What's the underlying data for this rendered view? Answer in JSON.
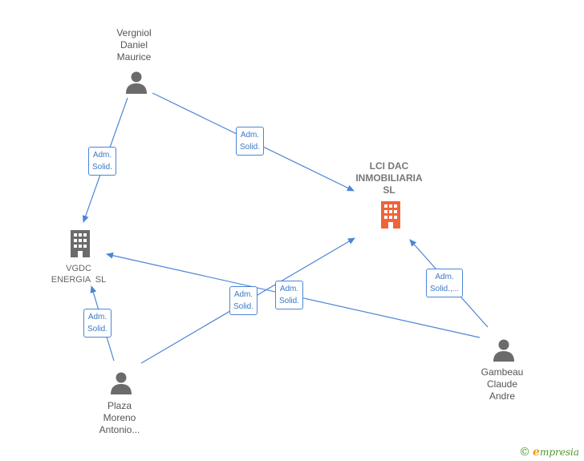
{
  "nodes": {
    "vergniol": {
      "label_lines": [
        "Vergniol",
        "Daniel",
        "Maurice"
      ],
      "icon": "person-icon"
    },
    "lci": {
      "label_lines": [
        "LCI DAC",
        "INMOBILIARIA",
        "SL"
      ],
      "icon": "building-icon",
      "color": "#f0643a"
    },
    "vgdc": {
      "label_lines": [
        "VGDC",
        "ENERGIA  SL"
      ],
      "icon": "building-icon",
      "color": "#6b6b6b"
    },
    "plaza": {
      "label_lines": [
        "Plaza",
        "Moreno",
        "Antonio..."
      ],
      "icon": "person-icon"
    },
    "gambeau": {
      "label_lines": [
        "Gambeau",
        "Claude",
        "Andre"
      ],
      "icon": "person-icon"
    }
  },
  "edges": [
    {
      "from": "vergniol",
      "to": "vgdc",
      "label_lines": [
        "Adm.",
        "Solid."
      ]
    },
    {
      "from": "vergniol",
      "to": "lci",
      "label_lines": [
        "Adm.",
        "Solid."
      ]
    },
    {
      "from": "plaza",
      "to": "vgdc",
      "label_lines": [
        "Adm.",
        "Solid."
      ]
    },
    {
      "from": "plaza",
      "to": "lci",
      "label_lines": [
        "Adm.",
        "Solid."
      ]
    },
    {
      "from": "gambeau",
      "to": "vgdc",
      "label_lines": [
        "Adm.",
        "Solid."
      ]
    },
    {
      "from": "gambeau",
      "to": "lci",
      "label_lines": [
        "Adm.",
        "Solid.,..."
      ]
    }
  ],
  "colors": {
    "edge": "#4a86d6",
    "person": "#6b6b6b",
    "company_main": "#f0643a",
    "company": "#6b6b6b"
  },
  "brand": {
    "copyright": "©",
    "initial": "e",
    "name": "mpresia"
  }
}
